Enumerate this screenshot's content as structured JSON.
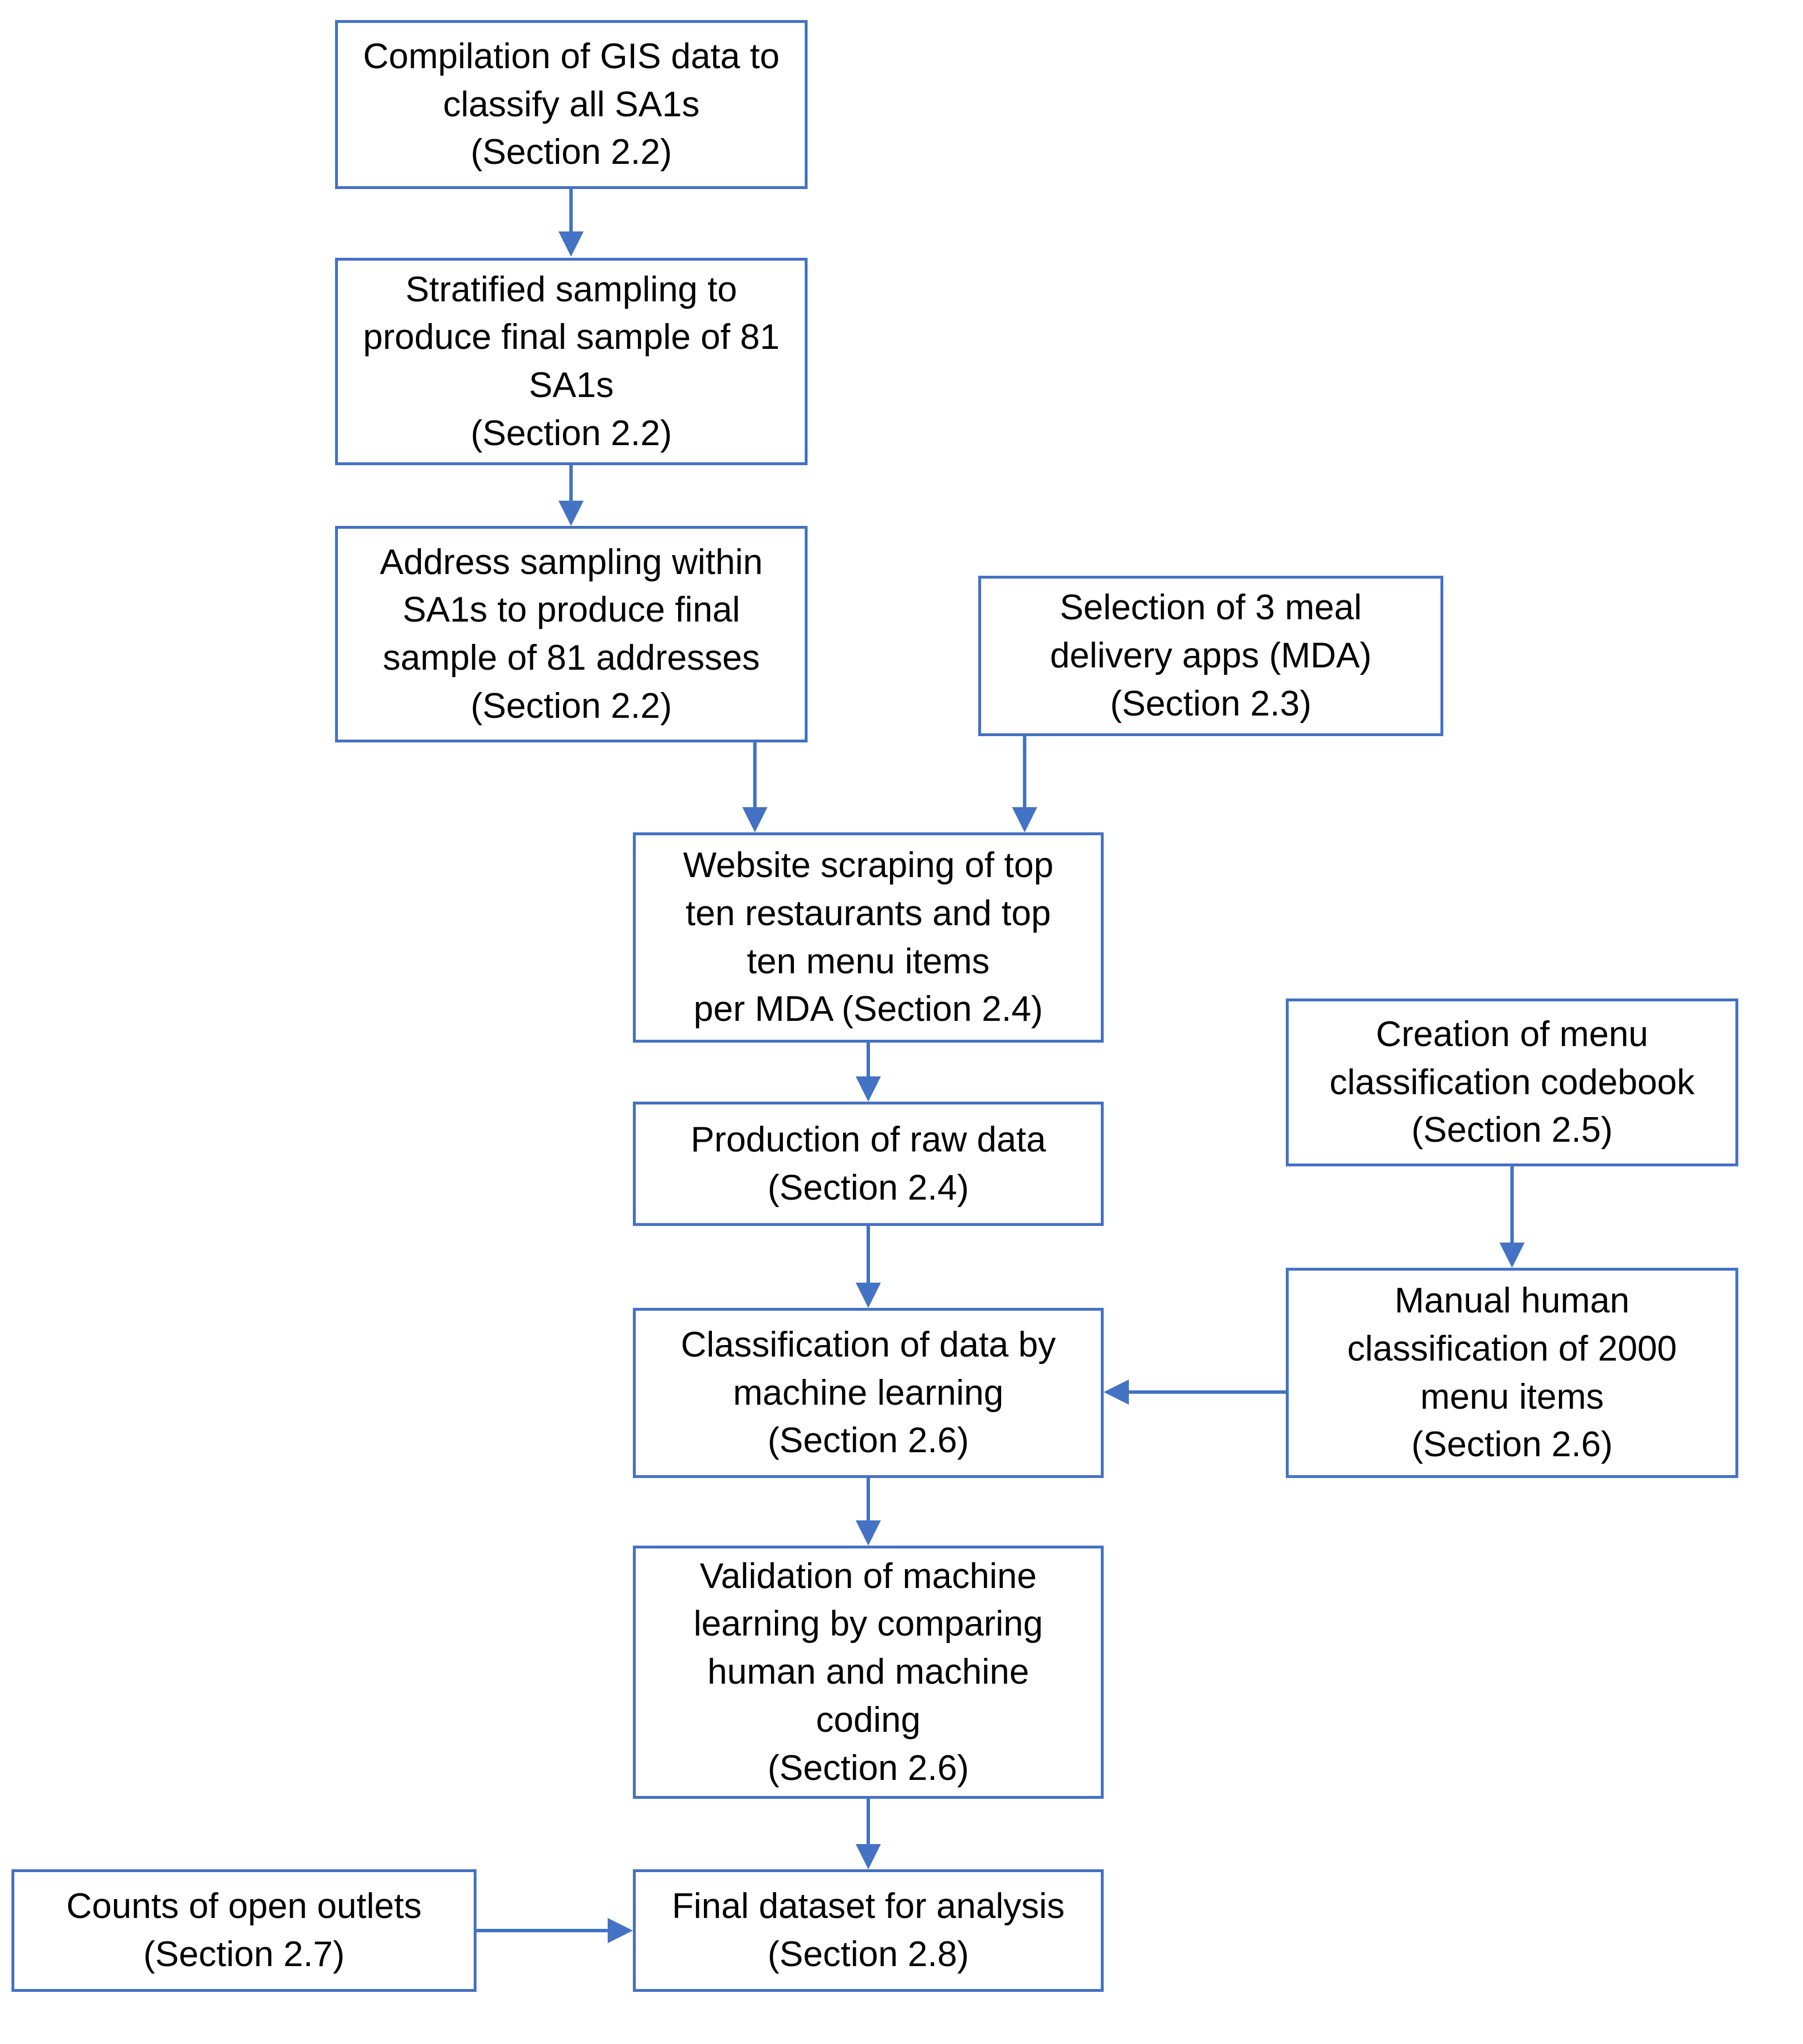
{
  "diagram": {
    "type": "flowchart",
    "accent_color": "#4472C4",
    "text_color": "#000000",
    "background_color": "#FFFFFF",
    "nodes": [
      {
        "id": "compilation-gis",
        "label": "Compilation of GIS data to\nclassify all SA1s\n(Section 2.2)"
      },
      {
        "id": "stratified-sampling",
        "label": "Stratified sampling to\nproduce final sample of 81\nSA1s\n(Section 2.2)"
      },
      {
        "id": "address-sampling",
        "label": "Address sampling within\nSA1s to produce final\nsample of 81 addresses\n(Section 2.2)"
      },
      {
        "id": "mda-selection",
        "label": "Selection of 3 meal\ndelivery apps (MDA)\n(Section 2.3)"
      },
      {
        "id": "website-scraping",
        "label": "Website scraping of top\nten restaurants and top\nten menu items\nper MDA (Section 2.4)"
      },
      {
        "id": "raw-data",
        "label": "Production of raw data\n(Section 2.4)"
      },
      {
        "id": "codebook-creation",
        "label": "Creation of menu\nclassification codebook\n(Section 2.5)"
      },
      {
        "id": "ml-classification",
        "label": "Classification of data by\nmachine learning\n(Section 2.6)"
      },
      {
        "id": "manual-classification",
        "label": "Manual human\nclassification of 2000\nmenu items\n(Section 2.6)"
      },
      {
        "id": "ml-validation",
        "label": "Validation of machine\nlearning by comparing\nhuman and machine\ncoding\n(Section 2.6)"
      },
      {
        "id": "open-outlet-counts",
        "label": "Counts of open outlets\n(Section 2.7)"
      },
      {
        "id": "final-dataset",
        "label": "Final dataset for analysis\n(Section 2.8)"
      }
    ],
    "edges": [
      {
        "from": "compilation-gis",
        "to": "website-scraping_via_stratified",
        "note": ""
      },
      {
        "from": "compilation-gis",
        "to": "stratified-sampling"
      },
      {
        "from": "stratified-sampling",
        "to": "address-sampling"
      },
      {
        "from": "address-sampling",
        "to": "website-scraping"
      },
      {
        "from": "mda-selection",
        "to": "website-scraping"
      },
      {
        "from": "website-scraping",
        "to": "raw-data"
      },
      {
        "from": "raw-data",
        "to": "ml-classification"
      },
      {
        "from": "codebook-creation",
        "to": "manual-classification"
      },
      {
        "from": "manual-classification",
        "to": "ml-classification"
      },
      {
        "from": "ml-classification",
        "to": "ml-validation"
      },
      {
        "from": "ml-validation",
        "to": "final-dataset"
      },
      {
        "from": "open-outlet-counts",
        "to": "final-dataset"
      }
    ]
  }
}
